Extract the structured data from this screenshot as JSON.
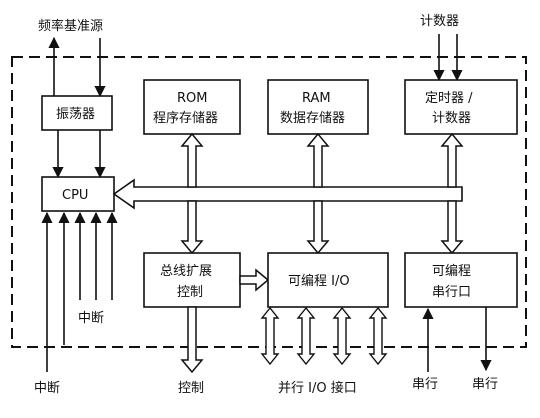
{
  "labels": {
    "freq_source": "频率基准源",
    "counter_top": "计数器",
    "oscillator": "振荡器",
    "rom_line1": "ROM",
    "rom_line2": "程序存储器",
    "ram_line1": "RAM",
    "ram_line2": "数据存储器",
    "timer_line1": "定时器 /",
    "timer_line2": "计数器",
    "cpu": "CPU",
    "bus_line1": "总线扩展",
    "bus_line2": "控制",
    "prog_io": "可编程 I/O",
    "serial_line1": "可编程",
    "serial_line2": "串行口",
    "interrupt_inner": "中断",
    "interrupt_outer": "中断",
    "control": "控制",
    "parallel_io": "并行 I/O 接口",
    "serial_in": "串行",
    "serial_out": "串行"
  },
  "colors": {
    "line": "#111111",
    "box_fill": "#ffffff"
  }
}
